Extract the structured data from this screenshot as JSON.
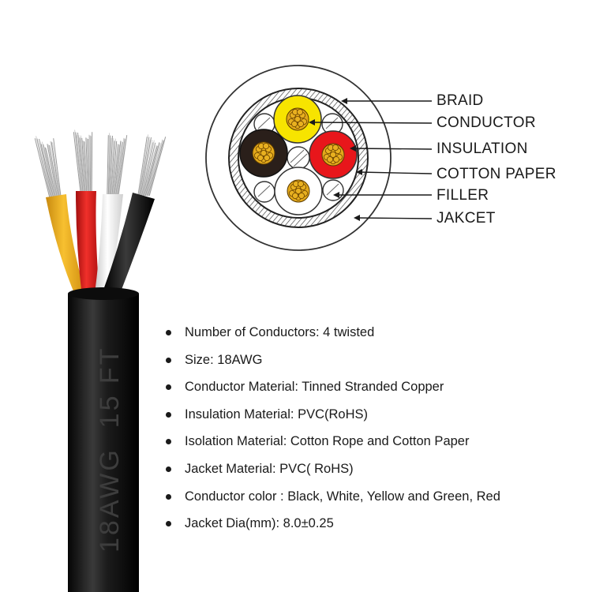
{
  "cable": {
    "print_text": "18AWG  15 FT",
    "jacket_color": "#151515",
    "wire_colors": [
      "#f2b320",
      "#e52420",
      "#f0f0f0",
      "#111111"
    ],
    "strand_color": "#b8b8b8"
  },
  "cross_section": {
    "labels": [
      {
        "id": "braid",
        "text": "BRAID"
      },
      {
        "id": "conductor",
        "text": "CONDUCTOR"
      },
      {
        "id": "insulation",
        "text": "INSULATION"
      },
      {
        "id": "cotton-paper",
        "text": "COTTON PAPER"
      },
      {
        "id": "filler",
        "text": "FILLER"
      },
      {
        "id": "jacket",
        "text": "JAKCET"
      }
    ],
    "core_colors": {
      "yellow": "#f7e400",
      "black": "#2a1f1a",
      "red": "#e8161b",
      "white": "#ffffff",
      "copper": "#e8b020"
    }
  },
  "specs": [
    "Number of Conductors: 4 twisted",
    "Size: 18AWG",
    "Conductor Material: Tinned Stranded Copper",
    "Insulation Material: PVC(RoHS)",
    "Isolation Material: Cotton Rope and Cotton Paper",
    "Jacket Material: PVC( RoHS)",
    "Conductor color : Black, White, Yellow and Green, Red",
    "Jacket Dia(mm): 8.0±0.25"
  ]
}
